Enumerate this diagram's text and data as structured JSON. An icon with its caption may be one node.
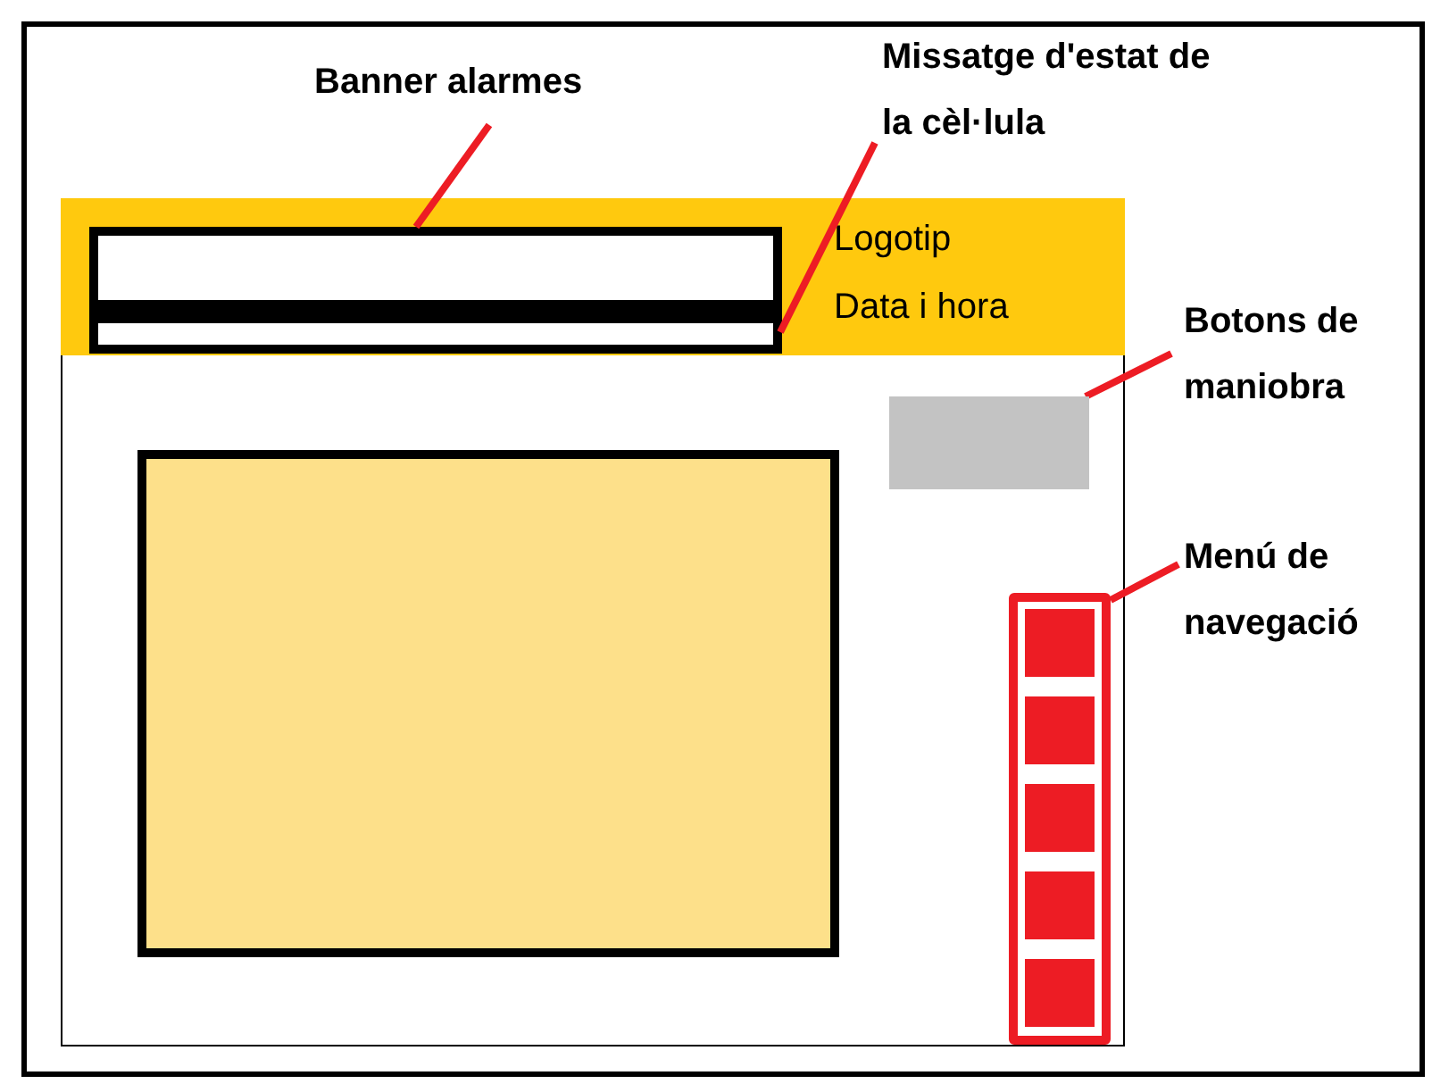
{
  "diagram": {
    "nodes": [
      {
        "text": [
          "Banner alarmes"
        ]
      },
      {
        "text": [
          "Missatge d'estat de la cèl·lula"
        ]
      },
      {
        "text": [
          "Logotip",
          "Data i hora"
        ]
      },
      {
        "text": [],
        "shape": "box",
        "in": 2
      },
      {
        "text": [],
        "shape": "box",
        "in": 2
      },
      {
        "text": [
          "Botons de maniobra"
        ]
      },
      {
        "text": [],
        "shape": "box"
      },
      {
        "text": [],
        "shape": "box"
      },
      {
        "text": [
          "Menú de navegació"
        ]
      },
      {
        "text": [],
        "shape": "bar"
      }
    ],
    "edges": [
      {
        "from": 0,
        "to": 3,
        "arrow": "none"
      },
      {
        "from": 1,
        "to": 4,
        "arrow": "none"
      },
      {
        "from": 5,
        "to": 6,
        "arrow": "none"
      },
      {
        "from": 8,
        "to": 9,
        "arrow": "none"
      }
    ]
  }
}
